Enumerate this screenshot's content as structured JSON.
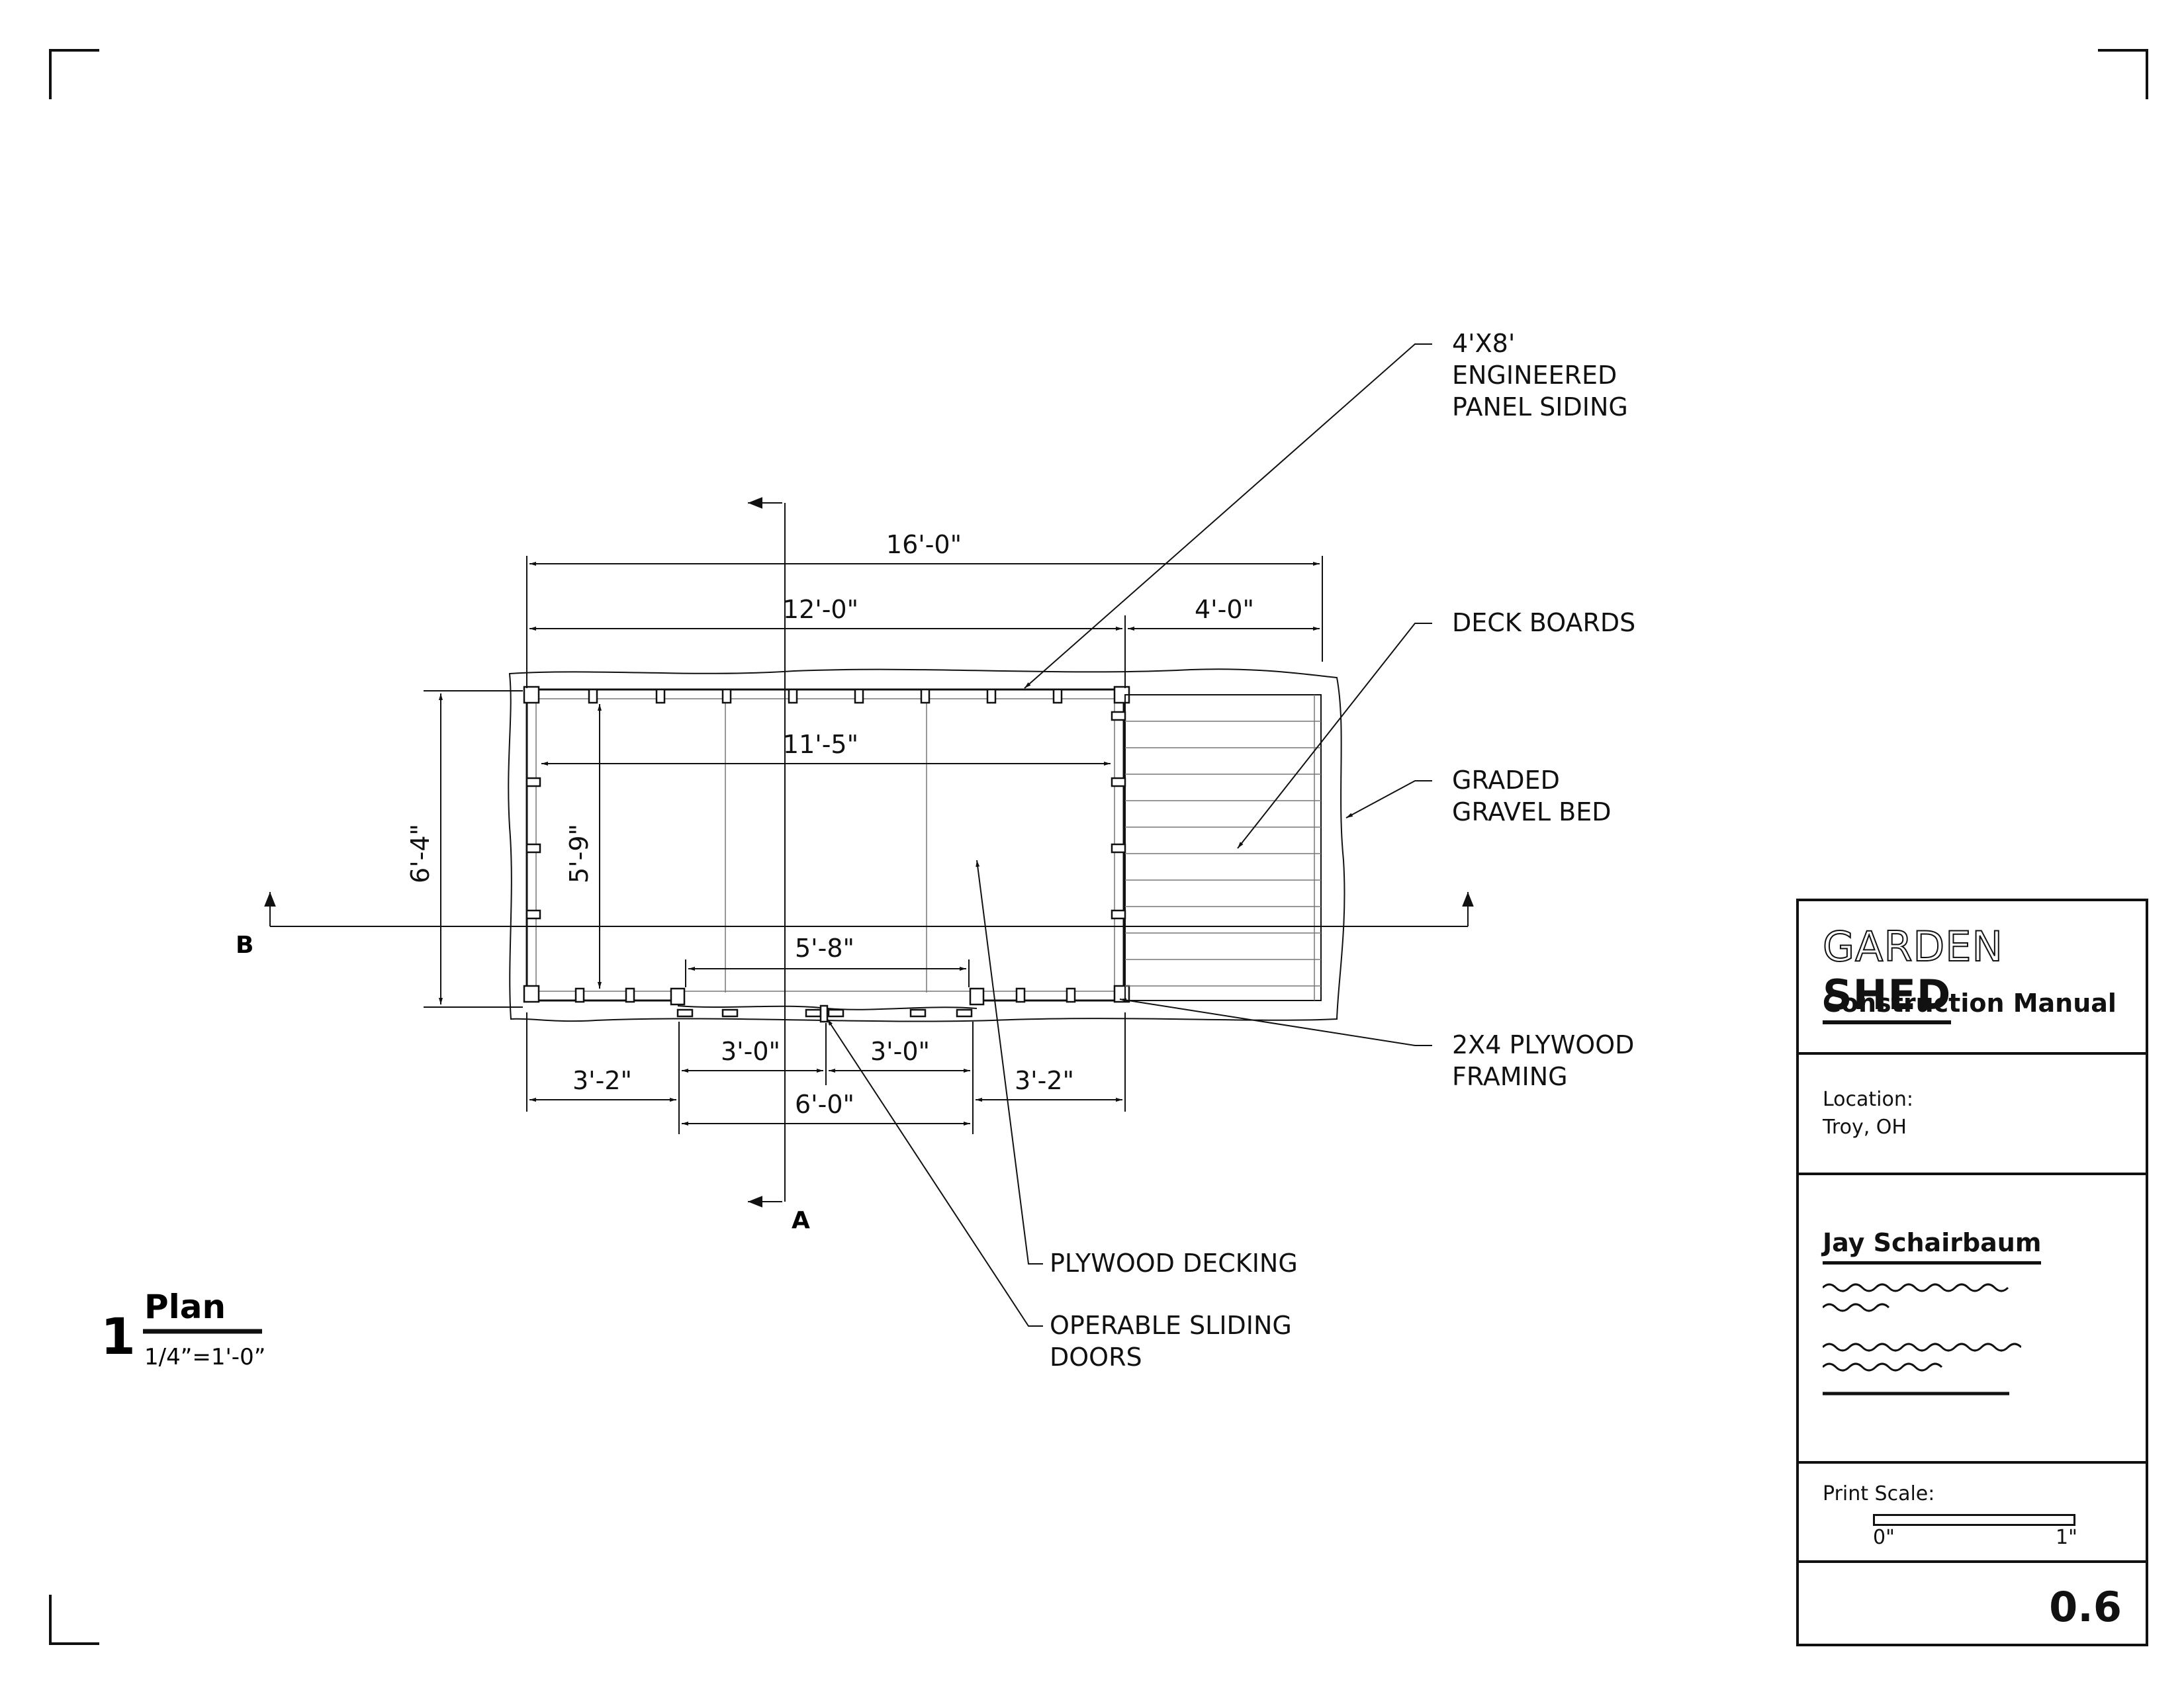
{
  "drawing": {
    "number": "1",
    "title": "Plan",
    "scale": "1/4”=1'-0”"
  },
  "dimensions": {
    "overall": "16'-0\"",
    "shed_length": "12'-0\"",
    "deck_length": "4'-0\"",
    "interior_length": "11'-5\"",
    "overall_depth": "6'-4\"",
    "interior_depth": "5'-9\"",
    "door_clear": "5'-8\"",
    "door_left": "3'-0\"",
    "door_right": "3'-0\"",
    "side_left": "3'-2\"",
    "side_right": "3'-2\"",
    "door_total": "6'-0\""
  },
  "section_markers": {
    "a": "A",
    "b": "B"
  },
  "callouts": {
    "siding": [
      "4'X8'",
      "ENGINEERED",
      "PANEL SIDING"
    ],
    "deck_boards": [
      "DECK BOARDS"
    ],
    "gravel": [
      "GRADED",
      "GRAVEL BED"
    ],
    "framing": [
      "2X4 PLYWOOD",
      "FRAMING"
    ],
    "decking": [
      "PLYWOOD DECKING"
    ],
    "doors": [
      "OPERABLE SLIDING",
      "DOORS"
    ]
  },
  "title_block": {
    "brand_outline": "GARDEN",
    "brand_solid": "SHED",
    "subtitle": "Construction Manual",
    "location_label": "Location:",
    "location_value": "Troy, OH",
    "author": "Jay Schairbaum",
    "print_scale_label": "Print Scale:",
    "scale_start": "0\"",
    "scale_end": "1\"",
    "sheet_number": "0.6"
  }
}
